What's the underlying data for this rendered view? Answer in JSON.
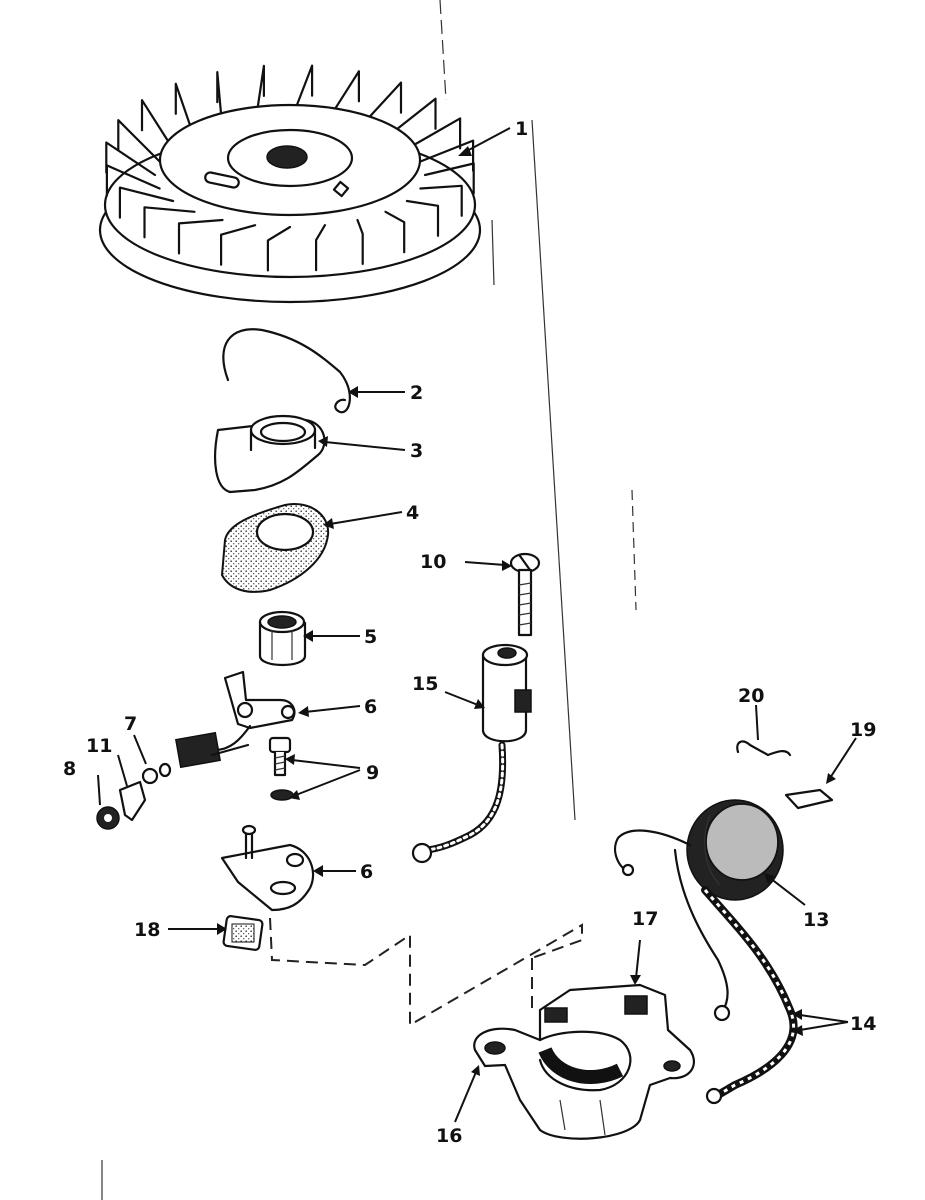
{
  "callouts": [
    {
      "id": "1",
      "text": "1"
    },
    {
      "id": "2",
      "text": "2"
    },
    {
      "id": "3",
      "text": "3"
    },
    {
      "id": "4",
      "text": "4"
    },
    {
      "id": "5",
      "text": "5"
    },
    {
      "id": "6a",
      "text": "6"
    },
    {
      "id": "6b",
      "text": "6"
    },
    {
      "id": "7",
      "text": "7"
    },
    {
      "id": "8",
      "text": "8"
    },
    {
      "id": "9",
      "text": "9"
    },
    {
      "id": "10",
      "text": "10"
    },
    {
      "id": "11",
      "text": "11"
    },
    {
      "id": "13",
      "text": "13"
    },
    {
      "id": "14",
      "text": "14"
    },
    {
      "id": "15",
      "text": "15"
    },
    {
      "id": "16",
      "text": "16"
    },
    {
      "id": "17",
      "text": "17"
    },
    {
      "id": "18",
      "text": "18"
    },
    {
      "id": "19",
      "text": "19"
    },
    {
      "id": "20",
      "text": "20"
    }
  ]
}
